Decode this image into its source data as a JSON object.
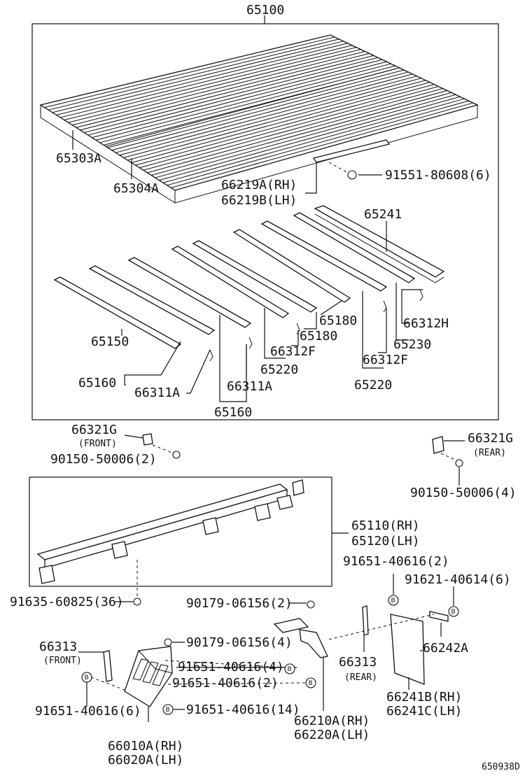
{
  "labels": {
    "l_65100": "65100",
    "l_65303A": "65303A",
    "l_65304A": "65304A",
    "l_66219A": "66219A(RH)",
    "l_66219B": "66219B(LH)",
    "l_91551": "91551-80608(6)",
    "l_65241": "65241",
    "l_66312H": "66312H",
    "l_65230": "65230",
    "l_65180a": "65180",
    "l_65180b": "65180",
    "l_66312Fa": "66312F",
    "l_66312Fb": "66312F",
    "l_65220a": "65220",
    "l_65220b": "65220",
    "l_65150": "65150",
    "l_65160a": "65160",
    "l_65160b": "65160",
    "l_66311Aa": "66311A",
    "l_66311Ab": "66311A",
    "l_66321G_f": "66321G",
    "l_front1": "(FRONT)",
    "l_90150_f": "90150-50006(2)",
    "l_66321G_r": "66321G",
    "l_rear1": "(REAR)",
    "l_90150_r": "90150-50006(4)",
    "l_65110": "65110(RH)",
    "l_65120": "65120(LH)",
    "l_91651_2a": "91651-40616(2)",
    "l_91621": "91621-40614(6)",
    "l_91635": "91635-60825(36)",
    "l_90179_2": "90179-06156(2)",
    "l_66313_f": "66313",
    "l_front2": "(FRONT)",
    "l_90179_4": "90179-06156(4)",
    "l_91651_4": "91651-40616(4)",
    "l_91651_2b": "91651-40616(2)",
    "l_91651_6": "91651-40616(6)",
    "l_91651_14": "91651-40616(14)",
    "l_66313_r": "66313",
    "l_rear2": "(REAR)",
    "l_66242A": "66242A",
    "l_66241B": "66241B(RH)",
    "l_66241C": "66241C(LH)",
    "l_66210A": "66210A(RH)",
    "l_66220A": "66220A(LH)",
    "l_66010A": "66010A(RH)",
    "l_66020A": "66020A(LH)",
    "l_code": "650938D",
    "bolt_mark": "B"
  }
}
